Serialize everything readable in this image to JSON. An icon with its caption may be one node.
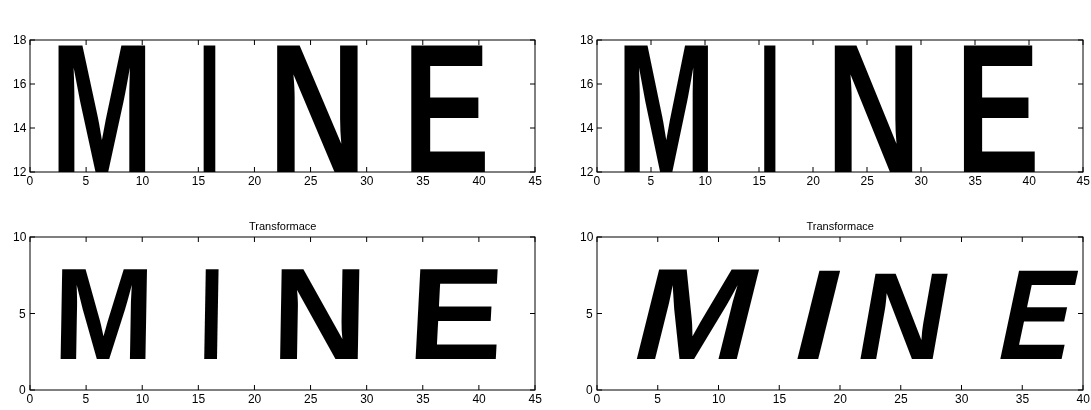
{
  "diagram": {
    "labels": [
      "MINE",
      "18",
      "16",
      "14",
      "12",
      "0",
      "5",
      "10",
      "15",
      "20",
      "25",
      "30",
      "35",
      "40",
      "45",
      "MINE",
      "18",
      "16",
      "14",
      "12",
      "0",
      "5",
      "10",
      "15",
      "20",
      "25",
      "30",
      "35",
      "40",
      "45",
      "Transformace",
      "MINE",
      "10",
      "5",
      "0",
      "0",
      "5",
      "10",
      "15",
      "20",
      "25",
      "30",
      "35",
      "40",
      "45",
      "Transformace",
      "MINE",
      "10",
      "5",
      "0",
      "0",
      "5",
      "10",
      "15",
      "20",
      "25",
      "30",
      "35",
      "40"
    ]
  }
}
